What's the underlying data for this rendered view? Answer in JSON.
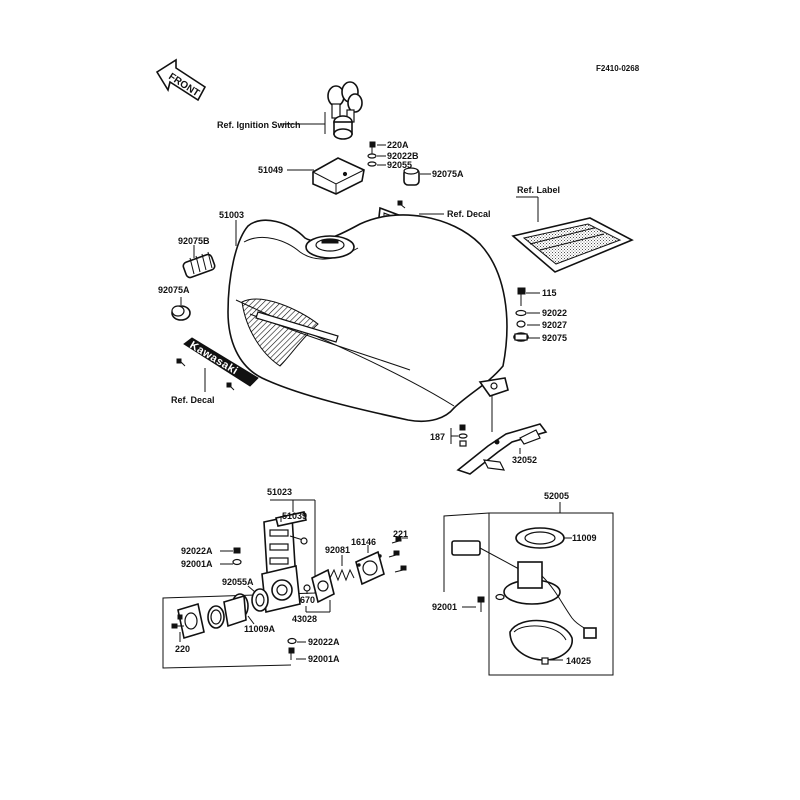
{
  "diagram": {
    "code": "F2410-0268",
    "front_arrow": "FRONT",
    "brand_emblem": "Kawasaki",
    "labels": {
      "ref_ignition_switch": "Ref. Ignition Switch",
      "ref_decal_top": "Ref. Decal",
      "ref_label": "Ref. Label",
      "ref_decal_side": "Ref. Decal",
      "p220A": "220A",
      "p92022B": "92022B",
      "p92055": "92055",
      "p92075A_top": "92075A",
      "p51049": "51049",
      "p51003": "51003",
      "p92075B": "92075B",
      "p92075A_left": "92075A",
      "p115": "115",
      "p92022": "92022",
      "p92027": "92027",
      "p92075": "92075",
      "p187": "187",
      "p32052": "32052",
      "p51023": "51023",
      "p51039": "51039",
      "p92022A_left": "92022A",
      "p92001A_left": "92001A",
      "p92081": "92081",
      "p16146": "16146",
      "p221": "221",
      "p92055A": "92055A",
      "p670": "670",
      "p43028": "43028",
      "p11009A": "11009A",
      "p220": "220",
      "p92022A_bottom": "92022A",
      "p92001A_bottom": "92001A",
      "p52005": "52005",
      "p11009": "11009",
      "p92001": "92001",
      "p14025": "14025"
    }
  }
}
